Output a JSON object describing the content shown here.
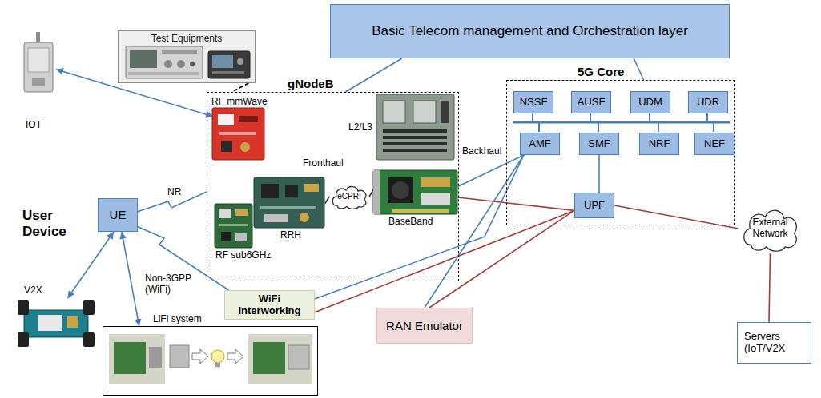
{
  "diagram": {
    "nodes": [
      {
        "text": [
          "Test Equipments"
        ]
      },
      {
        "text": [
          "Basic Telecom management and Orchestration layer"
        ]
      },
      {
        "text": [
          "IOT"
        ]
      },
      {
        "text": [
          "gNodeB"
        ]
      },
      {
        "text": [
          "RF mmWave"
        ],
        "in": 3
      },
      {
        "text": [
          "RF sub6GHz"
        ],
        "in": 3
      },
      {
        "text": [
          "RRH"
        ],
        "in": 3
      },
      {
        "text": [
          "eCPRI"
        ],
        "in": 3
      },
      {
        "text": [
          "L2/L3"
        ],
        "in": 3
      },
      {
        "text": [
          "BaseBand"
        ],
        "in": 3
      },
      {
        "text": [
          "5G Core"
        ]
      },
      {
        "text": [
          "NSSF"
        ],
        "in": 10
      },
      {
        "text": [
          "AUSF"
        ],
        "in": 10
      },
      {
        "text": [
          "UDM"
        ],
        "in": 10
      },
      {
        "text": [
          "UDR"
        ],
        "in": 10
      },
      {
        "text": [
          "AMF"
        ],
        "in": 10
      },
      {
        "text": [
          "SMF"
        ],
        "in": 10
      },
      {
        "text": [
          "NRF"
        ],
        "in": 10
      },
      {
        "text": [
          "NEF"
        ],
        "in": 10
      },
      {
        "text": [
          "UPF"
        ],
        "in": 10
      },
      {
        "text": [
          "UE"
        ]
      },
      {
        "text": [
          "WiFi Interworking"
        ]
      },
      {
        "text": [
          "RAN Emulator"
        ]
      },
      {
        "text": [
          "External Network"
        ]
      },
      {
        "text": [
          "Servers (IoT/V2X"
        ]
      },
      {
        "text": [
          "V2X"
        ]
      },
      {
        "text": [
          "LiFi system"
        ]
      }
    ],
    "edges": [
      {
        "from": 0,
        "to": 3,
        "arrow": "none"
      },
      {
        "from": 1,
        "to": 3,
        "arrow": "none"
      },
      {
        "from": 1,
        "to": 10,
        "arrow": "none"
      },
      {
        "from": 2,
        "to": 4,
        "arrow": "both"
      },
      {
        "from": 6,
        "to": 7,
        "arrow": "none"
      },
      {
        "from": 7,
        "to": 9,
        "arrow": "none"
      },
      {
        "from": 9,
        "to": 15,
        "arrow": "none"
      },
      {
        "from": 9,
        "to": 19,
        "arrow": "none"
      },
      {
        "from": 20,
        "to": 3,
        "label": "NR",
        "arrow": "none"
      },
      {
        "from": 20,
        "to": 21,
        "label": "Non-3GPP (WiFi)",
        "arrow": "none"
      },
      {
        "from": 20,
        "to": 25,
        "arrow": "both"
      },
      {
        "from": 20,
        "to": 26,
        "arrow": "both"
      },
      {
        "from": 21,
        "to": 15,
        "arrow": "none"
      },
      {
        "from": 21,
        "to": 19,
        "arrow": "none"
      },
      {
        "from": 22,
        "to": 15,
        "arrow": "none"
      },
      {
        "from": 22,
        "to": 19,
        "arrow": "none"
      },
      {
        "from": 16,
        "to": 19,
        "arrow": "none"
      },
      {
        "from": 19,
        "to": 23,
        "arrow": "none"
      },
      {
        "from": 23,
        "to": 24,
        "arrow": "none"
      }
    ],
    "labels": [
      "Fronthaul",
      "Backhaul",
      "User Device"
    ]
  }
}
